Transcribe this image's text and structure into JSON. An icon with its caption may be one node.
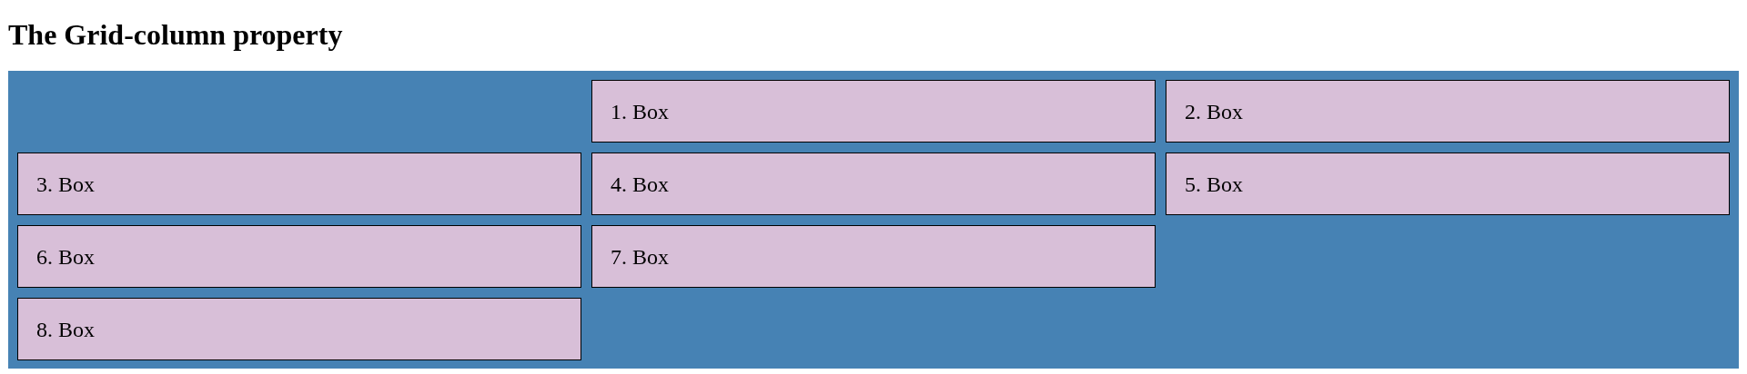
{
  "diagram": {
    "title": "The Grid-column property",
    "nodes": [
      {
        "text": [],
        "shape": "box"
      },
      {
        "text": [
          "1. Box"
        ],
        "in": 0
      },
      {
        "text": [
          "2. Box"
        ],
        "in": 0
      },
      {
        "text": [
          "3. Box"
        ],
        "in": 0
      },
      {
        "text": [
          "4. Box"
        ],
        "in": 0
      },
      {
        "text": [
          "5. Box"
        ],
        "in": 0
      },
      {
        "text": [
          "6. Box"
        ],
        "in": 0
      },
      {
        "text": [
          "7. Box"
        ],
        "in": 0
      },
      {
        "text": [
          "8. Box"
        ],
        "in": 0
      }
    ],
    "edges": []
  }
}
